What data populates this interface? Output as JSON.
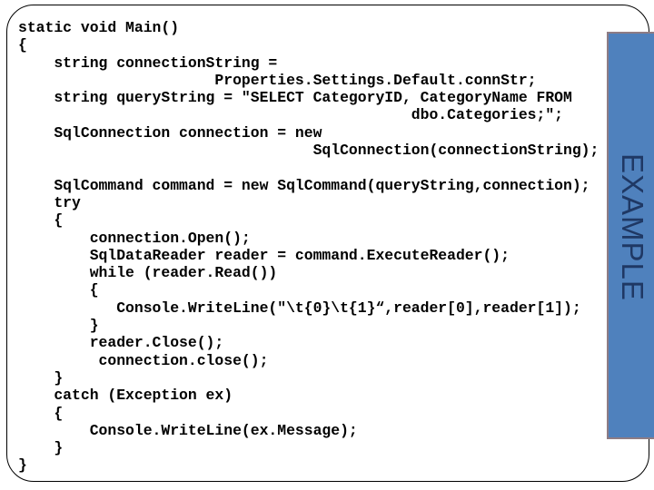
{
  "banner": {
    "label": "EXAMPLE"
  },
  "code": {
    "lines": [
      "static void Main()",
      "{",
      "    string connectionString =",
      "                      Properties.Settings.Default.connStr;",
      "    string queryString = \"SELECT CategoryID, CategoryName FROM",
      "                                            dbo.Categories;\";",
      "    SqlConnection connection = new",
      "                                 SqlConnection(connectionString);",
      "",
      "    SqlCommand command = new SqlCommand(queryString,connection);",
      "    try",
      "    {",
      "        connection.Open();",
      "        SqlDataReader reader = command.ExecuteReader();",
      "        while (reader.Read())",
      "        {",
      "           Console.WriteLine(\"\\t{0}\\t{1}“,reader[0],reader[1]);",
      "        }",
      "        reader.Close();",
      "         connection.close();",
      "    }",
      "    catch (Exception ex)",
      "    {",
      "        Console.WriteLine(ex.Message);",
      "    }",
      "}"
    ]
  },
  "colors": {
    "slide-bg": "#ffffff",
    "frame-border": "#000000",
    "code-text": "#000000",
    "banner-fill": "#4f81bd",
    "banner-border": "#8e7c84",
    "banner-text": "#1f3864"
  }
}
